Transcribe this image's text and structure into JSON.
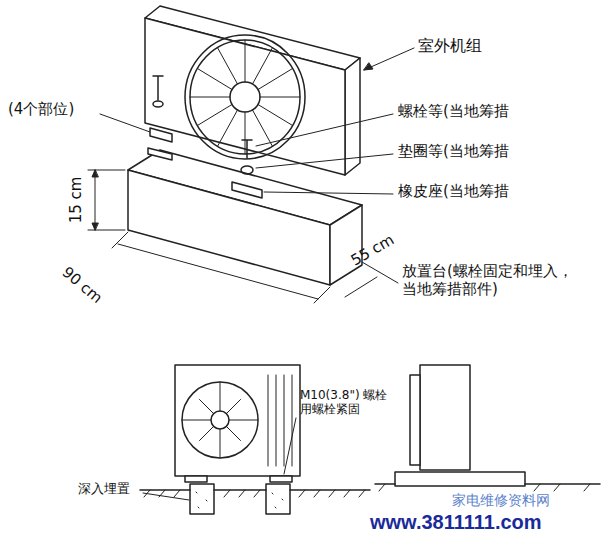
{
  "diagram": {
    "labels": [
      "室外机组",
      "(4个部位)",
      "螺栓等(当地筹措",
      "垫圈等(当地筹措",
      "橡皮座(当地筹措",
      "15 cm",
      "55 cm",
      "90 cm",
      "放置台(螺栓固定和埋入， 当地筹措部件)",
      "M10(3.8\") 螺栓 用螺栓紧固",
      "深入埋置",
      "家电维修资料网",
      "www.3811111.com"
    ]
  }
}
